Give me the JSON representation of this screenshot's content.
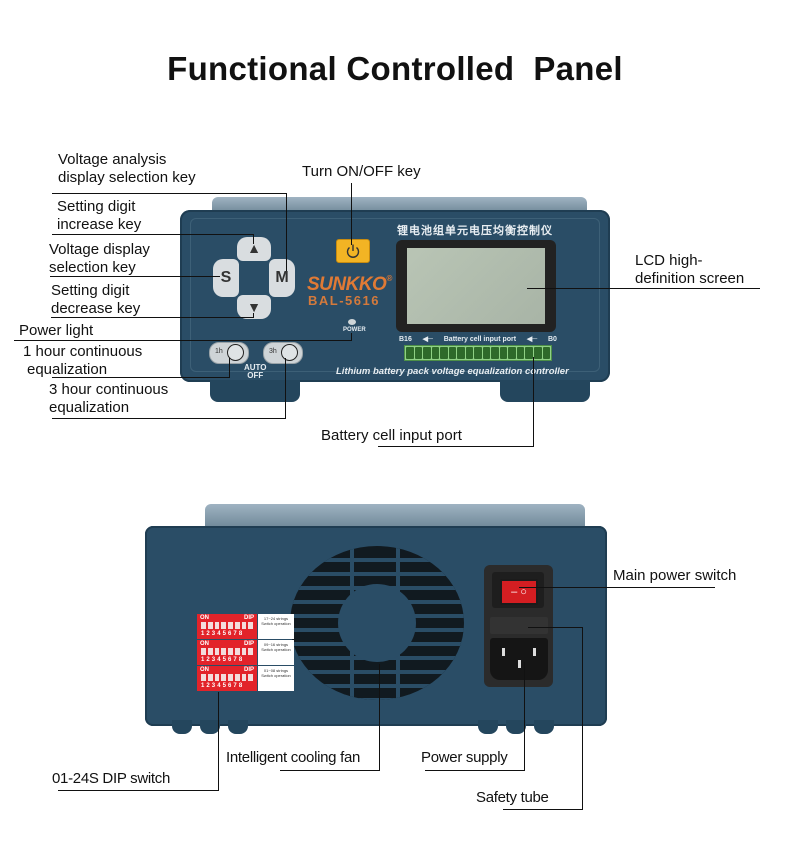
{
  "title": "Functional Controlled  Panel",
  "front_device": {
    "chinese_title": "锂电池组单元电压均衡控制仪",
    "brand": "SUNKKO",
    "registered_mark": "®",
    "model": "BAL-5616",
    "keys": {
      "s": "S",
      "m": "M",
      "up": "▲",
      "down": "▼"
    },
    "power_led_label": "POWER",
    "timer_1h": "1h",
    "timer_3h": "3h",
    "auto_off": [
      "AUTO",
      "OFF"
    ],
    "port_left": "B16",
    "port_caption": "Battery cell input port",
    "port_right": "B0",
    "footer_caption": "Lithium battery pack voltage equalization controller",
    "terminal_pins": 17
  },
  "front_callouts": {
    "voltage_analysis": [
      "Voltage analysis",
      "display selection key"
    ],
    "digit_increase": [
      "Setting digit",
      "increase key"
    ],
    "voltage_display": [
      "Voltage display",
      "selection key"
    ],
    "digit_decrease": [
      "Setting digit",
      "decrease key"
    ],
    "power_light": "Power light",
    "one_hour": [
      "1 hour continuous",
      "equalization"
    ],
    "three_hour": [
      "3 hour continuous",
      "equalization"
    ],
    "on_off": "Turn ON/OFF key",
    "lcd": [
      "LCD high-",
      "definition screen"
    ],
    "battery_port": "Battery cell input port"
  },
  "back_device": {
    "dip_blocks": [
      {
        "on": "ON",
        "dip": "DIP",
        "numbers": "1 2 3 4 5 6 7 8",
        "note_title": "17~24 strings",
        "note_sub": "Switch operation"
      },
      {
        "on": "ON",
        "dip": "DIP",
        "numbers": "1 2 3 4 5 6 7 8",
        "note_title": "09~16 strings",
        "note_sub": "Switch operation"
      },
      {
        "on": "ON",
        "dip": "DIP",
        "numbers": "1 2 3 4 5 6 7 8",
        "note_title": "01~08 strings",
        "note_sub": "Switch operation"
      }
    ],
    "switch_symbol_off": "–",
    "switch_symbol_on": "○"
  },
  "back_callouts": {
    "main_power_switch": "Main power switch",
    "dip_switch": "01-24S DIP switch",
    "cooling_fan": "Intelligent cooling fan",
    "power_supply": "Power supply",
    "safety_tube": "Safety tube"
  }
}
